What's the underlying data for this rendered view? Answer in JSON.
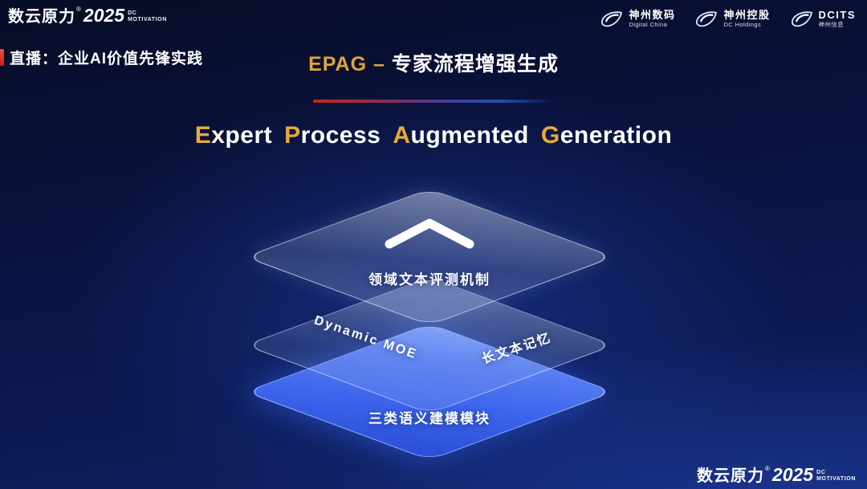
{
  "brand": {
    "cn": "数云原力",
    "reg": "®",
    "year": "2025",
    "sub_top": "DC",
    "sub_bottom": "MOTIVATION"
  },
  "header": {
    "live_label": "直播：企业AI价值先锋实践",
    "page_title": {
      "gold": "EPAG –",
      "cn": "专家流程增强生成"
    },
    "partner_logos": [
      {
        "cn": "神州数码",
        "en": "Digital China"
      },
      {
        "cn": "神州控股",
        "en": "DC Holdings"
      },
      {
        "cn": "DCITS",
        "en": "神州信息"
      }
    ]
  },
  "headline": {
    "words": [
      {
        "initial": "E",
        "rest": "xpert"
      },
      {
        "initial": "P",
        "rest": "rocess"
      },
      {
        "initial": "A",
        "rest": "ugmented"
      },
      {
        "initial": "G",
        "rest": "eneration"
      }
    ]
  },
  "diagram": {
    "layers": [
      {
        "id": "evaluation-layer",
        "label": "领域文本评测机制"
      },
      {
        "id": "middle-layer",
        "left_label": "Dynamic MOE",
        "right_label": "长文本记忆"
      },
      {
        "id": "semantic-layer",
        "label": "三类语义建模模块"
      }
    ]
  },
  "colors": {
    "gold": "#e2a339",
    "accent_red": "#c81d17",
    "layer_blue": "#3c64ec",
    "background_top": "#070c26",
    "background_bottom": "#12246b"
  }
}
